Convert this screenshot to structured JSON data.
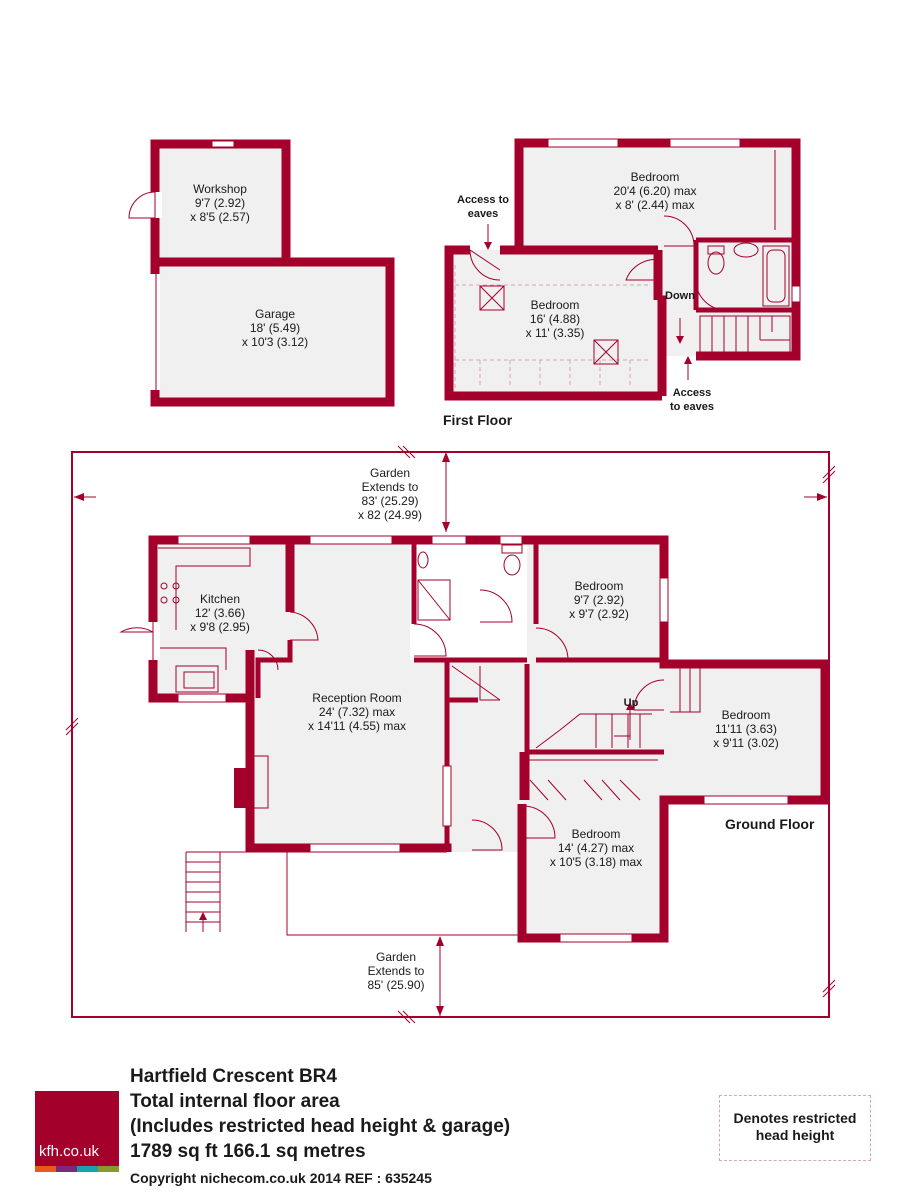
{
  "outbuilding": {
    "workshop": {
      "name": "Workshop",
      "dim1": "9'7 (2.92)",
      "dim2": "x 8'5 (2.57)"
    },
    "garage": {
      "name": "Garage",
      "dim1": "18' (5.49)",
      "dim2": "x 10'3 (3.12)"
    }
  },
  "first_floor": {
    "title": "First Floor",
    "bedroom_a": {
      "name": "Bedroom",
      "dim1": "20'4 (6.20) max",
      "dim2": "x 8' (2.44) max"
    },
    "bedroom_b": {
      "name": "Bedroom",
      "dim1": "16' (4.88)",
      "dim2": "x 11' (3.35)"
    },
    "eaves_top": {
      "line1": "Access to",
      "line2": "eaves"
    },
    "eaves_bottom": {
      "line1": "Access",
      "line2": "to eaves"
    },
    "down_label": "Down"
  },
  "ground_floor": {
    "title": "Ground Floor",
    "garden_top": {
      "line1": "Garden",
      "line2": "Extends to",
      "line3": "83' (25.29)",
      "line4": "x 82 (24.99)"
    },
    "garden_bottom": {
      "line1": "Garden",
      "line2": "Extends to",
      "line3": "85' (25.90)"
    },
    "kitchen": {
      "name": "Kitchen",
      "dim1": "12' (3.66)",
      "dim2": "x 9'8 (2.95)"
    },
    "reception": {
      "name": "Reception Room",
      "dim1": "24' (7.32) max",
      "dim2": "x 14'11 (4.55) max"
    },
    "bedroom_1": {
      "name": "Bedroom",
      "dim1": "9'7 (2.92)",
      "dim2": "x 9'7 (2.92)"
    },
    "bedroom_2": {
      "name": "Bedroom",
      "dim1": "11'11 (3.63)",
      "dim2": "x 9'11 (3.02)"
    },
    "bedroom_3": {
      "name": "Bedroom",
      "dim1": "14' (4.27) max",
      "dim2": "x 10'5 (3.18) max"
    },
    "up_label": "Up"
  },
  "footer": {
    "address": "Hartfield Crescent  BR4",
    "area_line1": "Total internal floor area",
    "area_line2": "(Includes restricted head height & garage)",
    "area_line3": "1789 sq ft 166.1 sq metres",
    "copyright": "Copyright nichecom.co.uk 2014     REF : 635245"
  },
  "legend": {
    "line1": "Denotes restricted",
    "line2": "head height"
  },
  "logo": {
    "text": "kfh.co.uk",
    "strip_colors": [
      "#e85a1c",
      "#7a2a7a",
      "#1aa0b0",
      "#8a9a2a"
    ]
  },
  "colors": {
    "wall": "#a3002c",
    "room_fill": "#f1f0f0",
    "restricted": "#d8a6b4"
  }
}
